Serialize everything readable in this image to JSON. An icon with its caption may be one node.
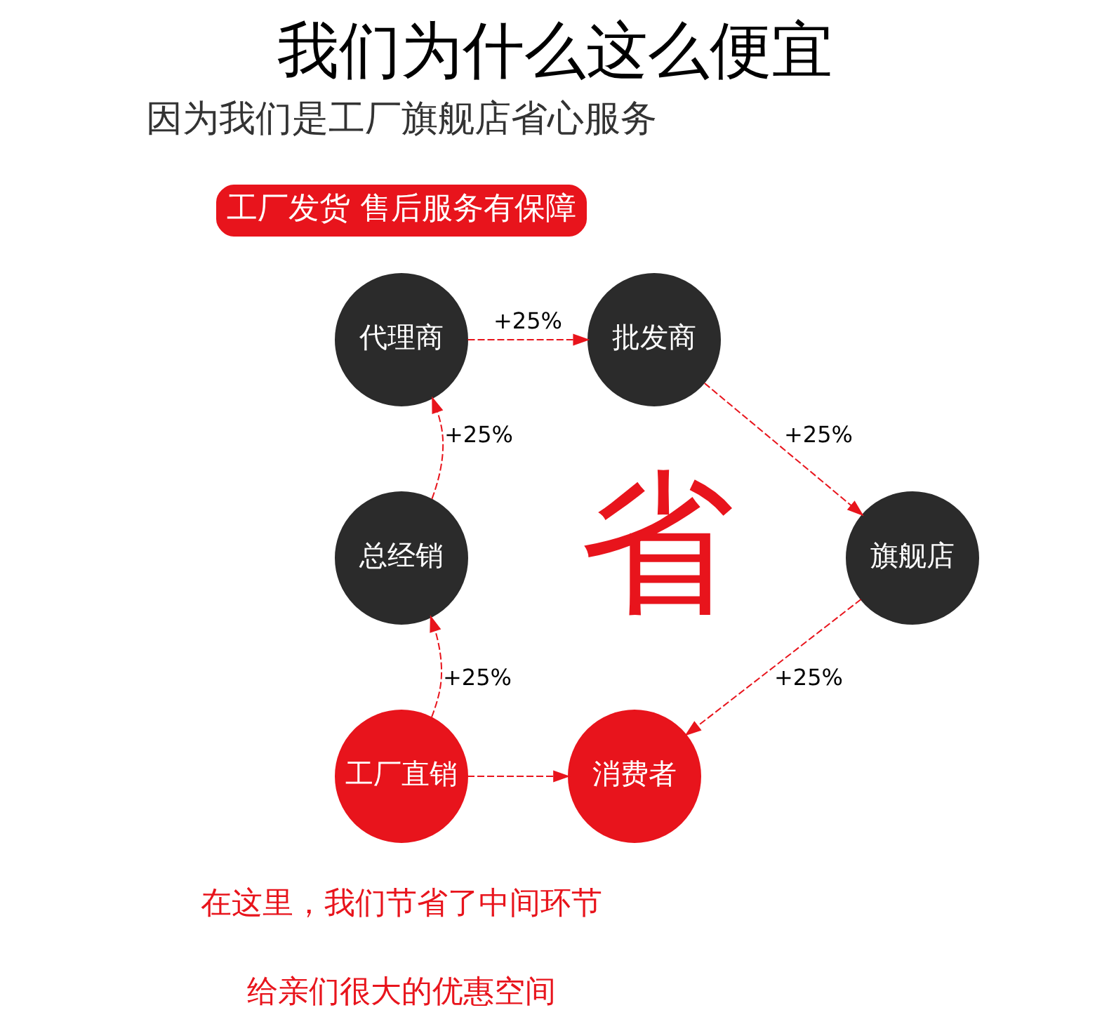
{
  "diagram": {
    "title": "我们为什么这么便宜",
    "nodes": [
      {
        "text": [
          "工厂直销"
        ]
      },
      {
        "text": [
          "总经销"
        ]
      },
      {
        "text": [
          "代理商"
        ]
      },
      {
        "text": [
          "批发商"
        ]
      },
      {
        "text": [
          "旗舰店"
        ]
      },
      {
        "text": [
          "消费者"
        ]
      }
    ],
    "edges": [
      {
        "from": 0,
        "to": 1,
        "arrow": "to",
        "label": "+25%",
        "style": "dashed"
      },
      {
        "from": 1,
        "to": 2,
        "arrow": "to",
        "label": "+25%",
        "style": "dashed"
      },
      {
        "from": 2,
        "to": 3,
        "arrow": "to",
        "label": "+25%",
        "style": "dashed"
      },
      {
        "from": 3,
        "to": 4,
        "arrow": "to",
        "label": "+25%",
        "style": "dashed"
      },
      {
        "from": 4,
        "to": 5,
        "arrow": "to",
        "label": "+25%",
        "style": "dashed"
      },
      {
        "from": 0,
        "to": 5,
        "arrow": "to",
        "style": "dashed"
      }
    ],
    "labels": [
      "因为我们是工厂旗舰店省心服务",
      "工厂发货 售后服务有保障",
      "省",
      "在这里，我们节省了中间环节",
      "给亲们很大的优惠空间"
    ]
  }
}
